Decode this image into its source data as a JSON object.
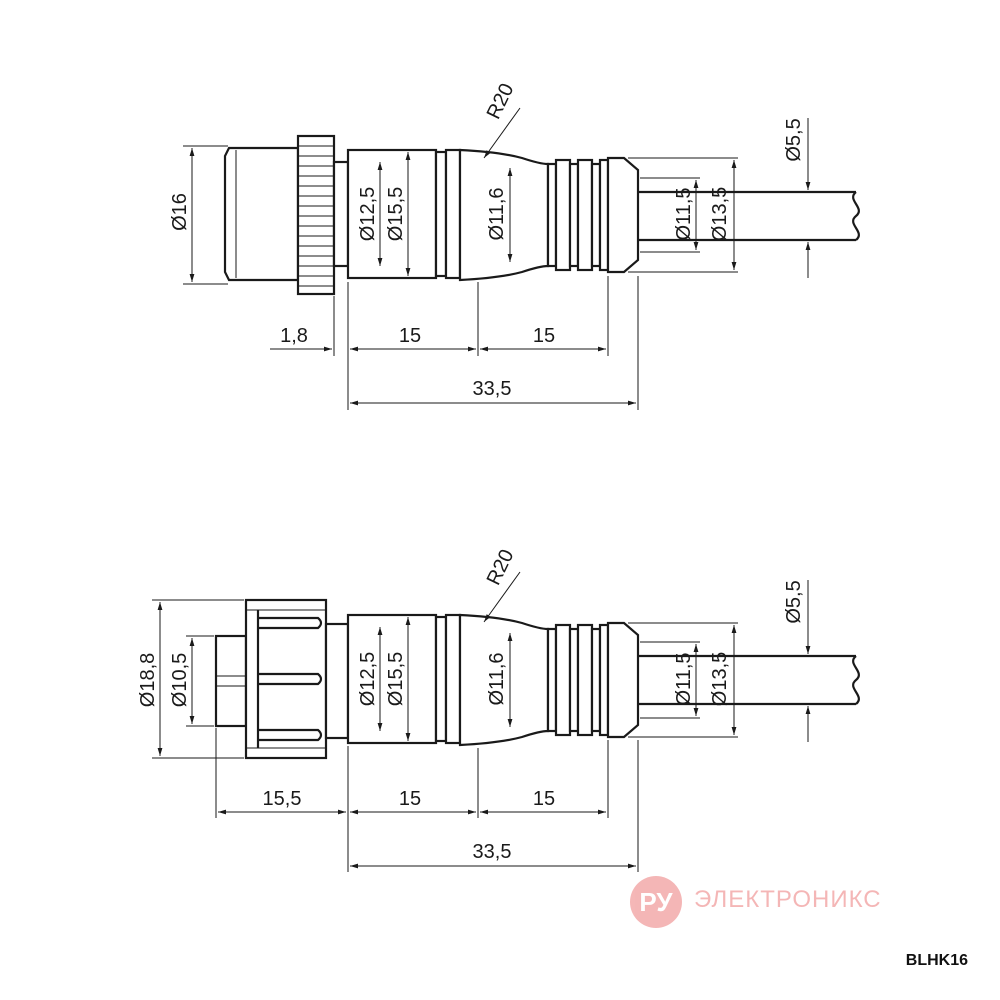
{
  "drawing_top": {
    "dims": {
      "d16": "Ø16",
      "d12_5": "Ø12,5",
      "d15_5": "Ø15,5",
      "d11_6": "Ø11,6",
      "d11_5": "Ø11,5",
      "d13_5": "Ø13,5",
      "d5_5": "Ø5,5",
      "r20": "R20",
      "len_1_8": "1,8",
      "len_15_a": "15",
      "len_15_b": "15",
      "len_33_5": "33,5"
    }
  },
  "drawing_bottom": {
    "dims": {
      "d18_8": "Ø18,8",
      "d10_5": "Ø10,5",
      "d12_5": "Ø12,5",
      "d15_5": "Ø15,5",
      "d11_6": "Ø11,6",
      "d11_5": "Ø11,5",
      "d13_5": "Ø13,5",
      "d5_5": "Ø5,5",
      "r20": "R20",
      "len_15_5": "15,5",
      "len_15_a": "15",
      "len_15_b": "15",
      "len_33_5": "33,5"
    }
  },
  "watermark": {
    "logo": "РУ",
    "text": "ЭЛЕКТРОНИКС"
  },
  "model_code": "BLHK16",
  "colors": {
    "line": "#1a1a1a",
    "watermark": "#e0201f"
  }
}
